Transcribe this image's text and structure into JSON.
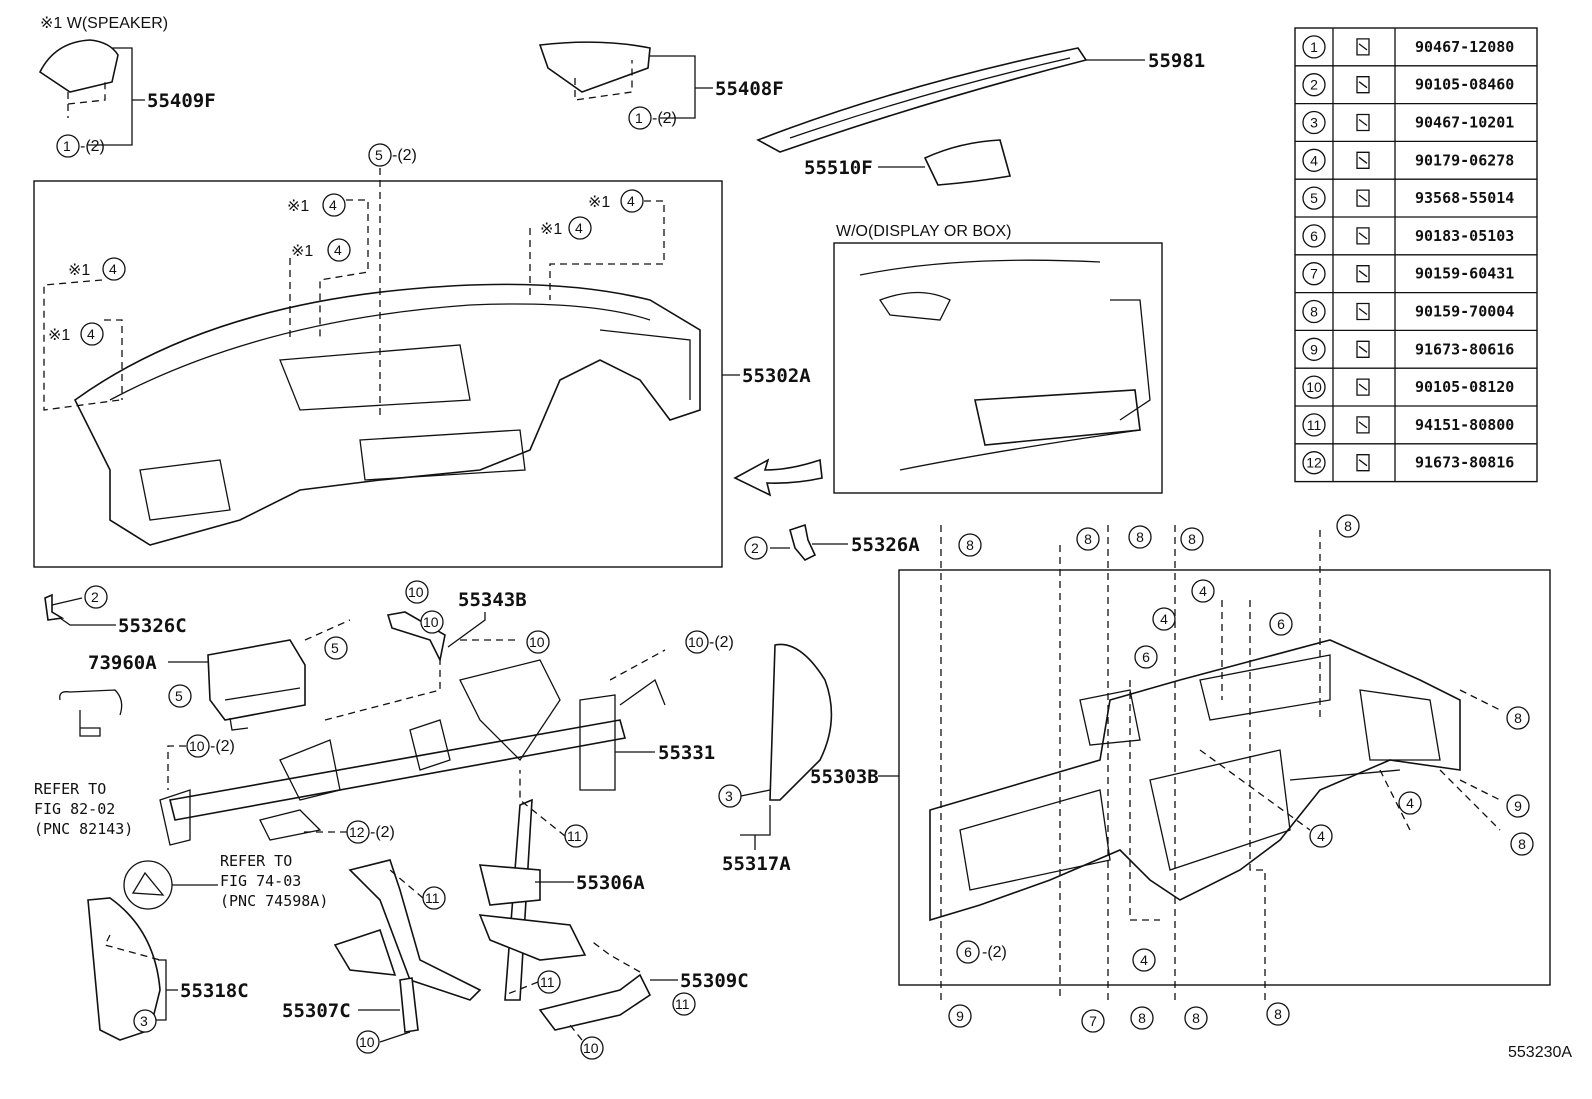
{
  "labels": {
    "speaker_note": "※1 W(SPEAKER)",
    "p55409F": "55409F",
    "p55408F": "55408F",
    "p55981": "55981",
    "p55510F": "55510F",
    "p55302A": "55302A",
    "wo_display": "W/O(DISPLAY OR BOX)",
    "p55326A": "55326A",
    "p55326C": "55326C",
    "p55343B": "55343B",
    "p73960A": "73960A",
    "p55331": "55331",
    "p55303B": "55303B",
    "p55317A": "55317A",
    "p55306A": "55306A",
    "p55318C": "55318C",
    "p55309C": "55309C",
    "p55307C": "55307C",
    "refer1_a": "REFER TO",
    "refer1_b": "FIG 82-02",
    "refer1_c": "(PNC 82143)",
    "refer2_a": "REFER TO",
    "refer2_b": "FIG 74-03",
    "refer2_c": "(PNC 74598A)",
    "qty2": "-(2)",
    "note1": "※1",
    "figure_id": "553230A"
  },
  "fastener_table": [
    {
      "no": "1",
      "part": "90467-12080"
    },
    {
      "no": "2",
      "part": "90105-08460"
    },
    {
      "no": "3",
      "part": "90467-10201"
    },
    {
      "no": "4",
      "part": "90179-06278"
    },
    {
      "no": "5",
      "part": "93568-55014"
    },
    {
      "no": "6",
      "part": "90183-05103"
    },
    {
      "no": "7",
      "part": "90159-60431"
    },
    {
      "no": "8",
      "part": "90159-70004"
    },
    {
      "no": "9",
      "part": "91673-80616"
    },
    {
      "no": "10",
      "part": "90105-08120"
    },
    {
      "no": "11",
      "part": "94151-80800"
    },
    {
      "no": "12",
      "part": "91673-80816"
    }
  ],
  "callouts": [
    "1",
    "1",
    "5",
    "4",
    "4",
    "4",
    "4",
    "4",
    "4",
    "2",
    "2",
    "10",
    "10",
    "10",
    "10",
    "5",
    "5",
    "10",
    "12",
    "11",
    "11",
    "11",
    "10",
    "10",
    "11",
    "10",
    "3",
    "3",
    "8",
    "8",
    "8",
    "8",
    "8",
    "4",
    "4",
    "6",
    "6",
    "8",
    "9",
    "8",
    "4",
    "4",
    "6",
    "4",
    "9",
    "7",
    "8",
    "8",
    "8"
  ]
}
